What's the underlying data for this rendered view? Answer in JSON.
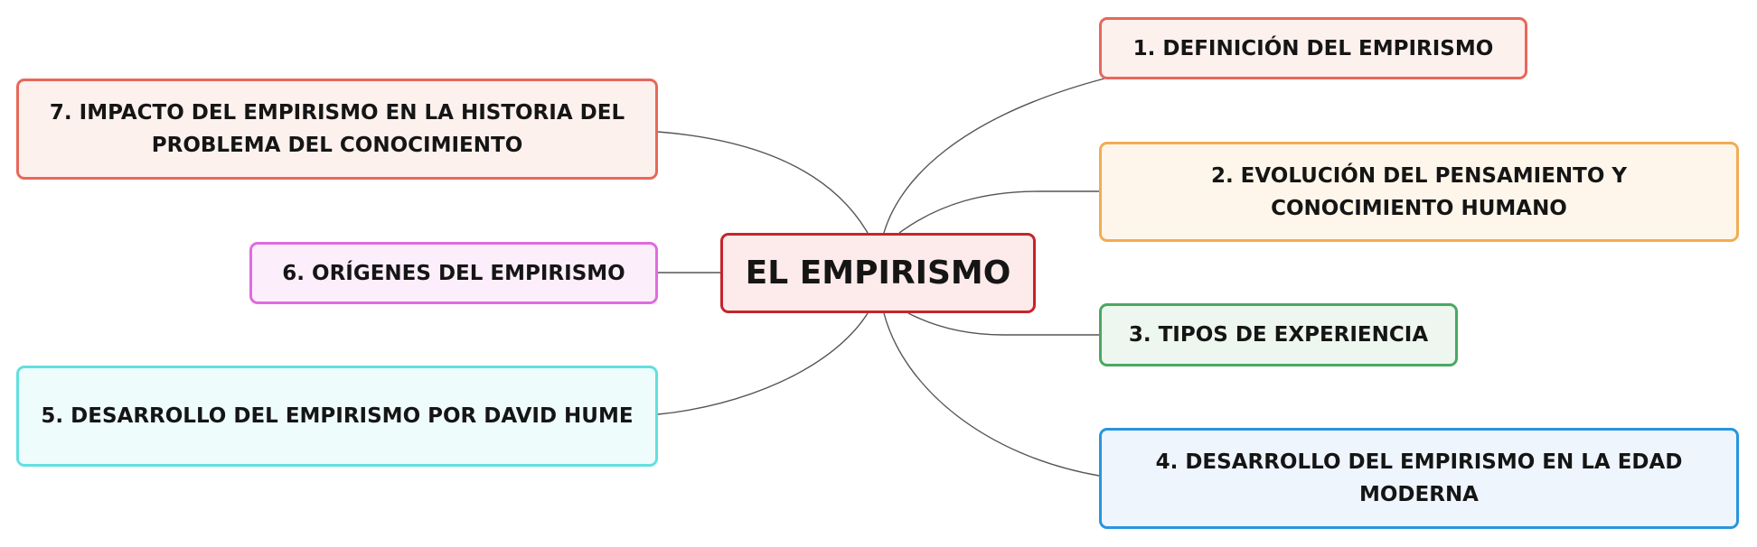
{
  "mindmap": {
    "central": {
      "label": "EL EMPIRISMO",
      "color": "#c4262b"
    },
    "topics": [
      {
        "label": "1. DEFINICIÓN DEL EMPIRISMO",
        "color": "#e8675a"
      },
      {
        "label": "2. EVOLUCIÓN DEL PENSAMIENTO Y CONOCIMIENTO HUMANO",
        "color": "#f2ac52"
      },
      {
        "label": "3. TIPOS DE EXPERIENCIA",
        "color": "#4aa861"
      },
      {
        "label": "4. DESARROLLO DEL EMPIRISMO EN LA EDAD MODERNA",
        "color": "#2795de"
      },
      {
        "label": "5. DESARROLLO DEL EMPIRISMO POR DAVID HUME",
        "color": "#62dfe0"
      },
      {
        "label": "6. ORÍGENES DEL EMPIRISMO",
        "color": "#e06be0"
      },
      {
        "label": "7. IMPACTO DEL EMPIRISMO EN LA HISTORIA DEL PROBLEMA DEL CONOCIMIENTO",
        "color": "#e8675a"
      }
    ]
  }
}
